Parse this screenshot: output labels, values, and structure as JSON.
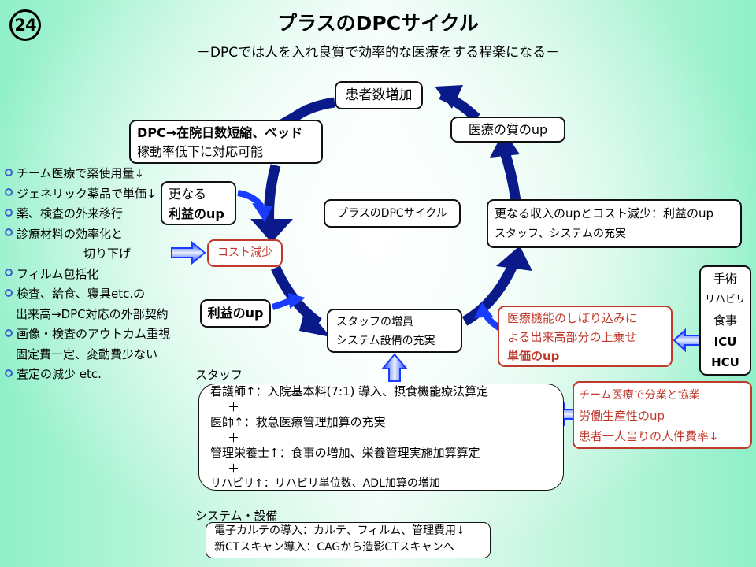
{
  "slide": {
    "number": "24",
    "title": "プラスのDPCサイクル",
    "subtitle": "－DPCでは人を入れ良質で効率的な医療をする程楽になる－"
  },
  "cycle": {
    "center_label": "プラスのDPCサイクル",
    "nodes": {
      "patients_increase": "患者数増加",
      "dpc_stay": [
        "DPC→在院日数短縮、ベッド",
        "稼動率低下に対応可能"
      ],
      "quality_up": "医療の質のup",
      "cost_reduction": "コスト減少",
      "revenue_up": [
        "更なる収入のupとコスト減少：利益のup",
        "スタッフ、システムの充実"
      ],
      "staff_increase": [
        "スタッフの増員",
        "システム設備の充実"
      ],
      "further_profit": [
        "更なる",
        "利益のup"
      ],
      "profit_up": "利益のup"
    }
  },
  "left_bullets": [
    {
      "bullet": true,
      "text": "チーム医療で薬使用量↓"
    },
    {
      "bullet": true,
      "text": "ジェネリック薬品で単価↓"
    },
    {
      "bullet": true,
      "text": "薬、検査の外来移行"
    },
    {
      "bullet": true,
      "text": "診療材料の効率化と"
    },
    {
      "bullet": false,
      "indent": "far",
      "text": "切り下げ"
    },
    {
      "bullet": true,
      "text": "フィルム包括化"
    },
    {
      "bullet": true,
      "text": "検査、給食、寝具etc.の"
    },
    {
      "bullet": false,
      "indent": "near",
      "text": "出来高→DPC対応の外部契約"
    },
    {
      "bullet": true,
      "text": "画像・検査のアウトカム重視"
    },
    {
      "bullet": false,
      "indent": "near",
      "text": "固定費一定、変動費少ない"
    },
    {
      "bullet": true,
      "text": "査定の減少 etc."
    }
  ],
  "medical_function": {
    "lines": [
      "医療機能のしぼり込みに",
      "よる出来高部分の上乗せ",
      "単価のup"
    ],
    "items": [
      "手術",
      "リハビリ",
      "食事",
      "ICU",
      "HCU"
    ]
  },
  "team_medicine": {
    "lines": [
      "チーム医療で分業と協業",
      "労働生産性のup",
      "患者一人当りの人件費率↓"
    ]
  },
  "staff_section": {
    "heading": "スタッフ",
    "lines": [
      "看護師↑：入院基本料(7:1) 導入、摂食機能療法算定",
      "＋",
      "医師↑：救急医療管理加算の充実",
      "＋",
      "管理栄養士↑：食事の増加、栄養管理実施加算算定",
      "＋",
      "リハビリ↑：リハビリ単位数、ADL加算の増加"
    ]
  },
  "system_section": {
    "heading": "システム・設備",
    "lines": [
      "電子カルテの導入：カルテ、フィルム、管理費用↓",
      "新CTスキャン導入：CAGから造影CTスキャンへ"
    ]
  },
  "colors": {
    "cycle_arrow": "#0a1a8a",
    "side_arrow": "#1a3cff",
    "red_text": "#c0392b",
    "bullet": "#3a5fcd"
  }
}
